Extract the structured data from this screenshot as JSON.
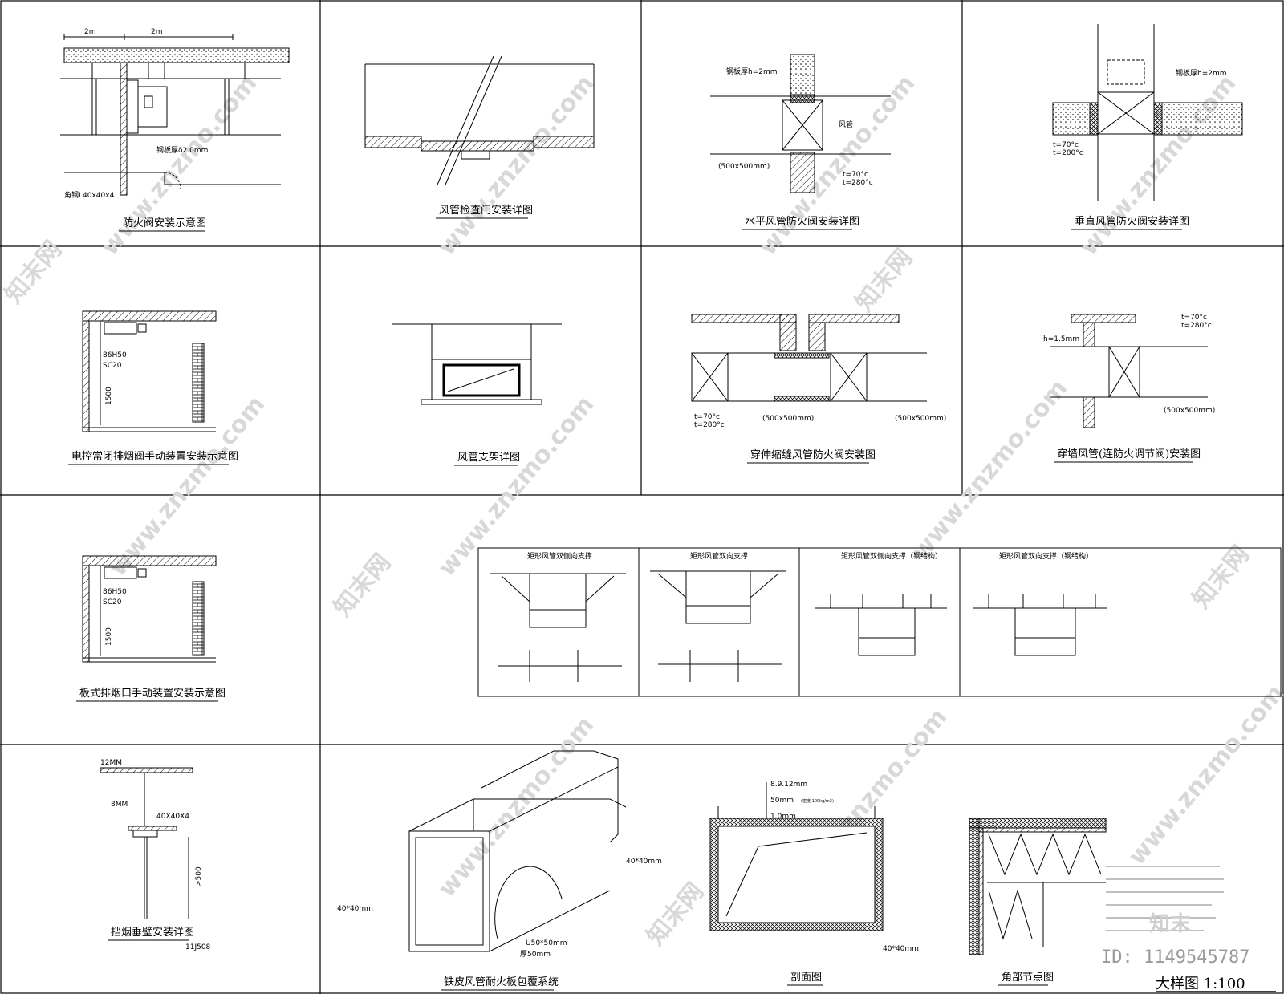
{
  "titles": {
    "p1": "防火阀安装示意图",
    "p2": "风管检查门安装详图",
    "p3": "水平风管防火阀安装详图",
    "p4": "垂直风管防火阀安装详图",
    "p5": "电控常闭排烟阀手动装置安装示意图",
    "p6": "风管支架详图",
    "p7": "穿伸缩缝风管防火阀安装图",
    "p8": "穿墙风管(连防火调节阀)安装图",
    "p9": "板式排烟口手动装置安装示意图",
    "p13": "挡烟垂壁安装详图",
    "p14": "铁皮风管耐火板包覆系统",
    "p15": "剖面图",
    "p16": "角部节点图"
  },
  "supports": {
    "s1": "矩形风管双侧向支撑",
    "s2": "矩形风管双向支撑",
    "s3": "矩形风管双侧向支撑（钢结构）",
    "s4": "矩形风管双向支撑（钢结构）"
  },
  "labels": {
    "dim2m_a": "2m",
    "dim2m_b": "2m",
    "steel_2mm": "钢板厚δ2.0mm",
    "angle": "角钢L40x40x4",
    "fan_wind": "风管",
    "t70": "t=70°c",
    "t280": "t=280°c",
    "size500": "(500x500mm)",
    "plate2": "钢板厚h=2mm",
    "plate15": "h=1.5mm",
    "h86": "86H50",
    "sc20": "SC20",
    "n1500": "1500",
    "top12": "12MM",
    "m8": "8MM",
    "ang40": "40X40X4",
    "gt500": ">500",
    "d4040": "40*40mm",
    "u5050": "U50*50mm",
    "mm50": "厚50mm",
    "mm8912": "8.9.12mm",
    "mm50b": "50mm",
    "dens": "(密度:100kg/m3)",
    "mm10": "1.0mm",
    "jis": "11J508"
  },
  "watermarks": {
    "site": "www.znzmo.com",
    "brand": "知末网"
  },
  "footer": {
    "brand": "知末",
    "id": "ID: 1149545787",
    "scale": "大样图 1:100"
  }
}
